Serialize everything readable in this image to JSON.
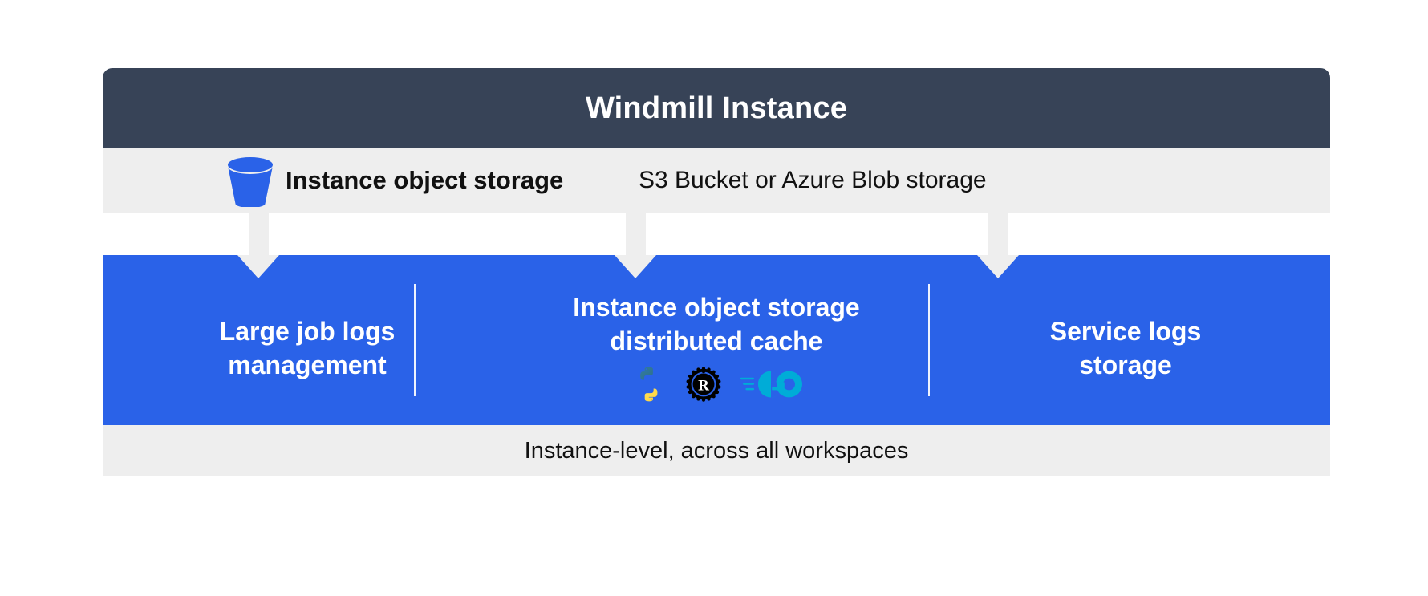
{
  "diagram": {
    "title": "Windmill Instance",
    "storage_row": {
      "icon": "bucket-icon",
      "label": "Instance object storage",
      "detail": "S3 Bucket or Azure Blob storage"
    },
    "columns": [
      {
        "title": "Large job logs\nmanagement",
        "languages": []
      },
      {
        "title": "Instance object storage\ndistributed cache",
        "languages": [
          "python-logo",
          "rust-logo",
          "go-logo"
        ]
      },
      {
        "title": "Service logs\nstorage",
        "languages": []
      }
    ],
    "footer": "Instance-level, across all workspaces",
    "colors": {
      "header_bg": "#374357",
      "band_bg": "#eeeeee",
      "panel_bg": "#2a62e8",
      "bucket_blue": "#2a62e8",
      "page_bg": "#ffffff",
      "text_dark": "#111111",
      "text_light": "#ffffff",
      "go_cyan": "#00acd7",
      "rust_black": "#000000",
      "python_blue": "#366b94",
      "python_yellow": "#ffd845"
    }
  }
}
